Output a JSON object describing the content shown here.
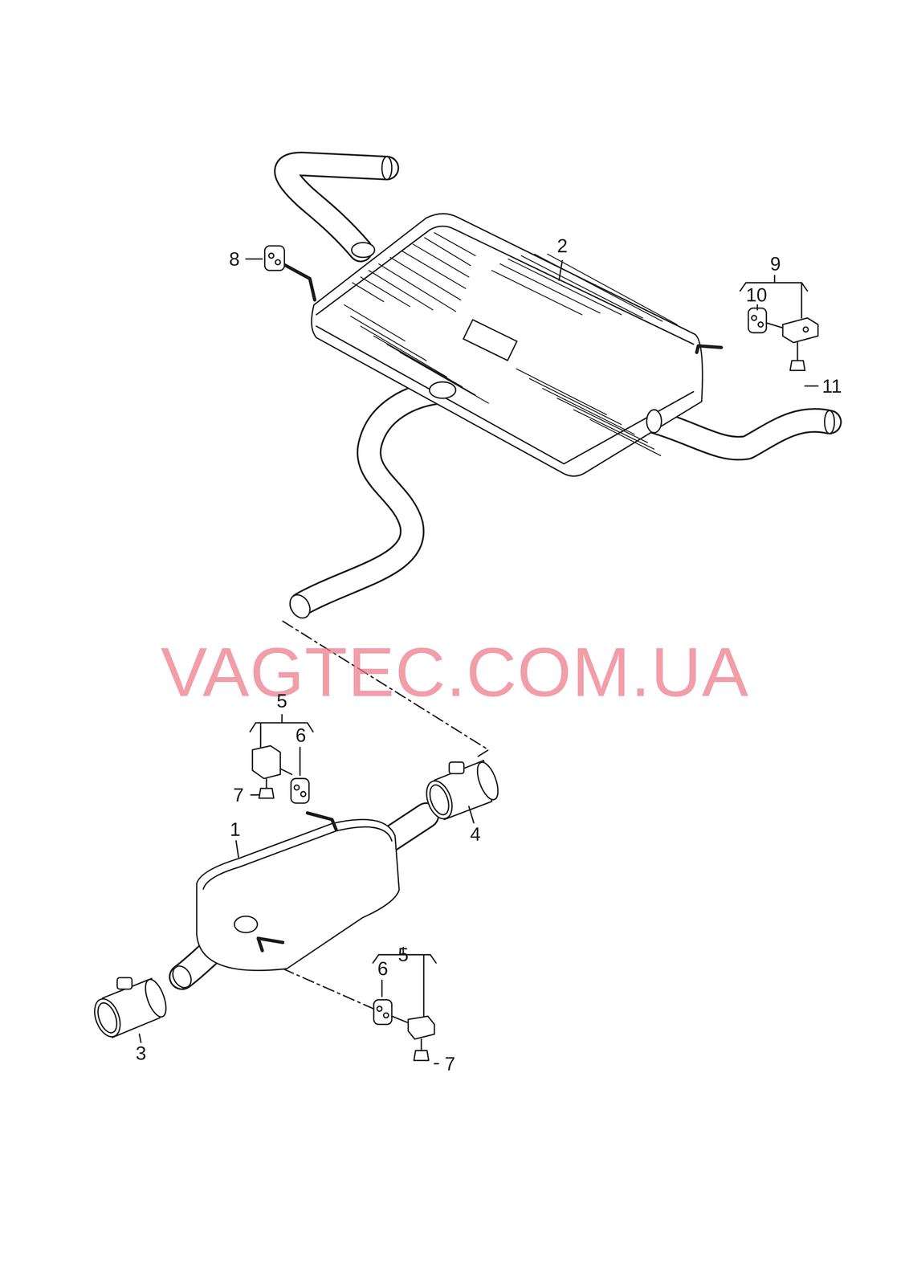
{
  "diagram": {
    "labels": [
      "8",
      "2",
      "9",
      "10",
      "11",
      "VAGTEC.COM.UA",
      "5",
      "6",
      "7",
      "1",
      "4",
      "5",
      "6",
      "3",
      "7"
    ]
  }
}
